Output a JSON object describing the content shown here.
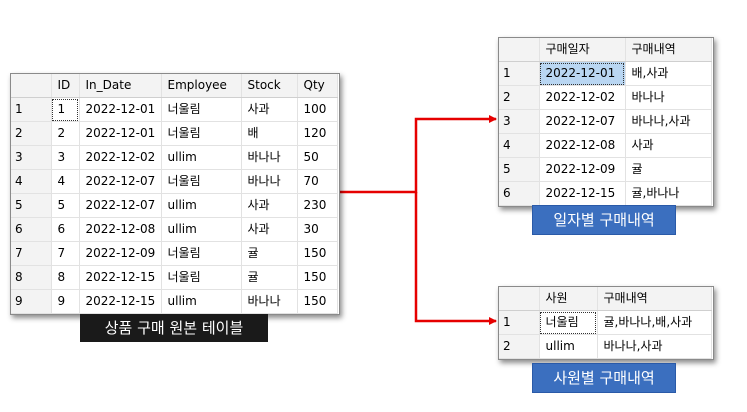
{
  "source_table": {
    "headers": [
      "",
      "ID",
      "In_Date",
      "Employee",
      "Stock",
      "Qty"
    ],
    "rows": [
      [
        "1",
        "1",
        "2022-12-01",
        "너울림",
        "사과",
        "100"
      ],
      [
        "2",
        "2",
        "2022-12-01",
        "너울림",
        "배",
        "120"
      ],
      [
        "3",
        "3",
        "2022-12-02",
        "ullim",
        "바나나",
        "50"
      ],
      [
        "4",
        "4",
        "2022-12-07",
        "너울림",
        "바나나",
        "70"
      ],
      [
        "5",
        "5",
        "2022-12-07",
        "ullim",
        "사과",
        "230"
      ],
      [
        "6",
        "6",
        "2022-12-08",
        "ullim",
        "사과",
        "30"
      ],
      [
        "7",
        "7",
        "2022-12-09",
        "너울림",
        "귤",
        "150"
      ],
      [
        "8",
        "8",
        "2022-12-15",
        "너울림",
        "귤",
        "150"
      ],
      [
        "9",
        "9",
        "2022-12-15",
        "ullim",
        "바나나",
        "150"
      ]
    ],
    "caption": "상품 구매 원본 테이블"
  },
  "date_table": {
    "headers": [
      "",
      "구매일자",
      "구매내역"
    ],
    "rows": [
      [
        "1",
        "2022-12-01",
        "배,사과"
      ],
      [
        "2",
        "2022-12-02",
        "바나나"
      ],
      [
        "3",
        "2022-12-07",
        "바나나,사과"
      ],
      [
        "4",
        "2022-12-08",
        "사과"
      ],
      [
        "5",
        "2022-12-09",
        "귤"
      ],
      [
        "6",
        "2022-12-15",
        "귤,바나나"
      ]
    ],
    "caption": "일자별 구매내역"
  },
  "employee_table": {
    "headers": [
      "",
      "사원",
      "구매내역"
    ],
    "rows": [
      [
        "1",
        "너울림",
        "귤,바나나,배,사과"
      ],
      [
        "2",
        "ullim",
        "바나나,사과"
      ]
    ],
    "caption": "사원별 구매내역"
  },
  "colors": {
    "arrow": "#e60000",
    "caption_dark": "#1a1a1a",
    "caption_blue": "#3b6fbf",
    "selection": "#b9d6f2"
  }
}
